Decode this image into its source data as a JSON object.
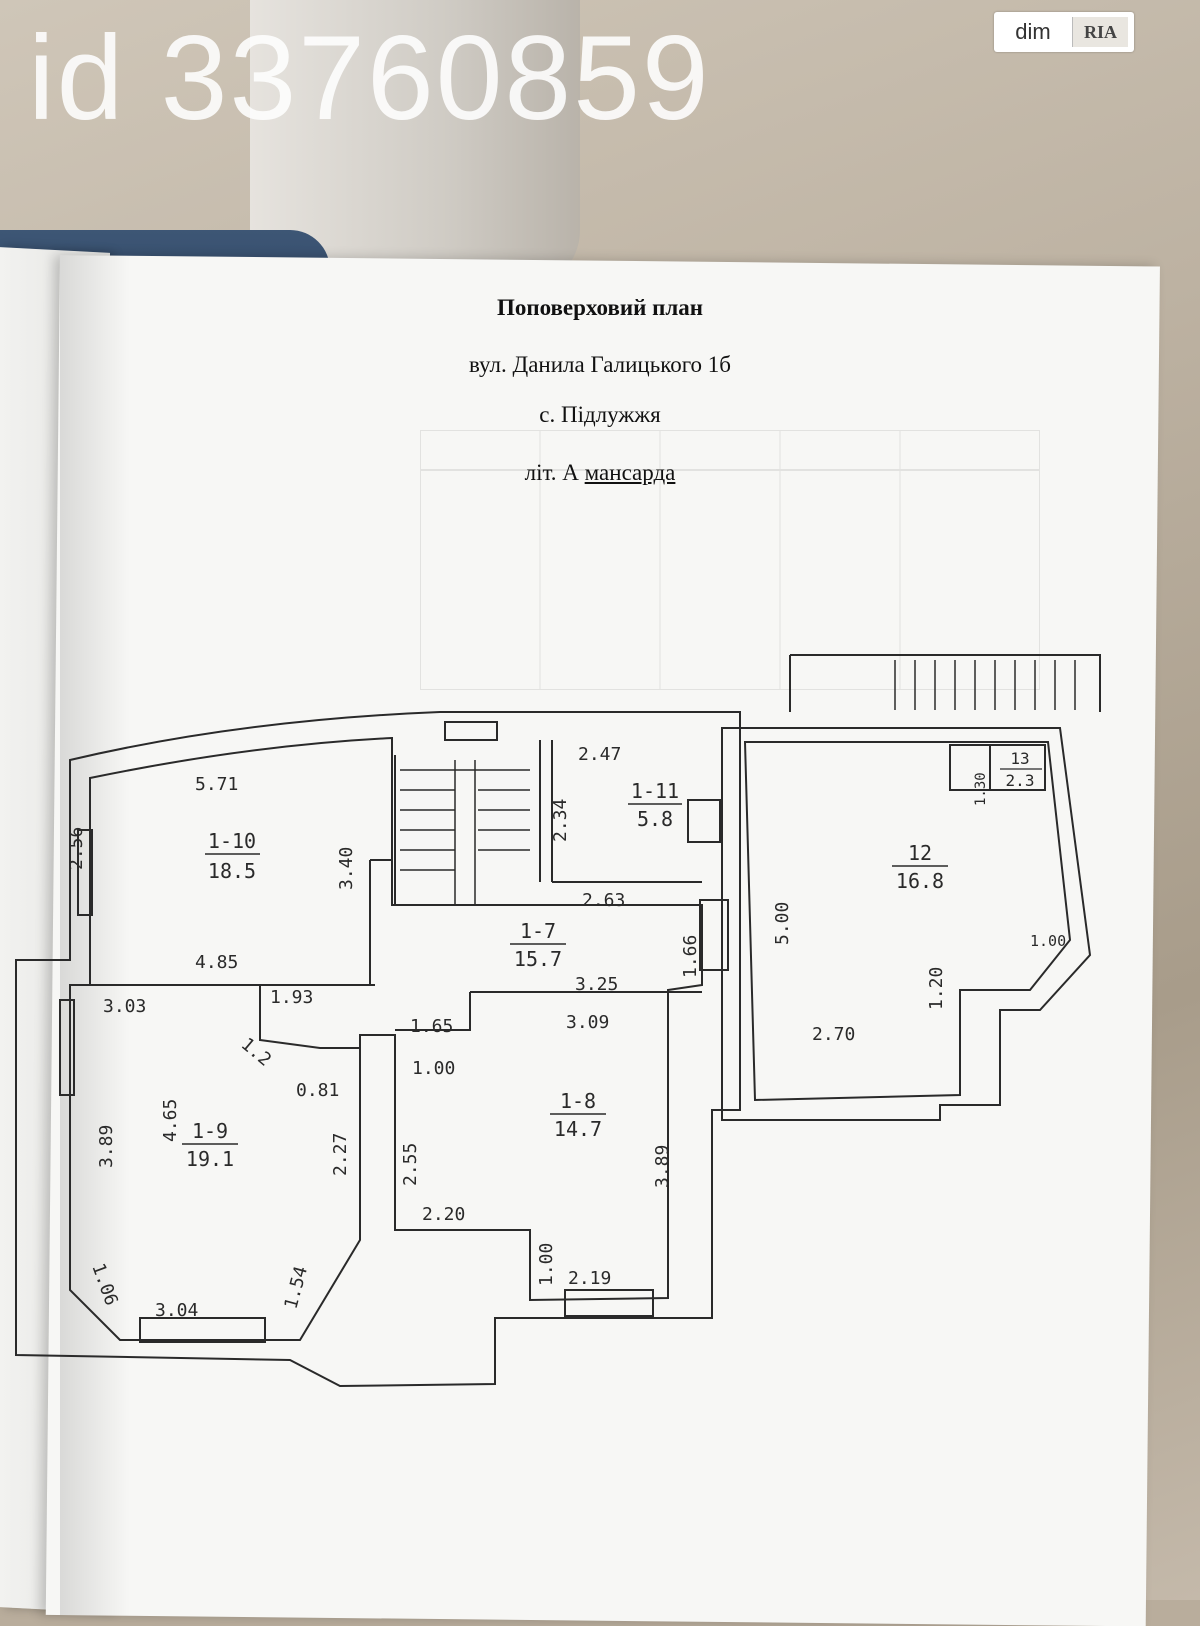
{
  "watermark": {
    "listing_id": "id 33760859"
  },
  "logo": {
    "left": "dim",
    "right": "RIA"
  },
  "header": {
    "title": "Поповерховий план",
    "street": "вул. Данила Галицького 1б",
    "village": "с. Підлужжя",
    "letter": "літ. А",
    "floor": "мансарда"
  },
  "rooms": [
    {
      "id": "1-10",
      "area": "18.5"
    },
    {
      "id": "1-11",
      "area": "5.8"
    },
    {
      "id": "1-7",
      "area": "15.7"
    },
    {
      "id": "1-8",
      "area": "14.7"
    },
    {
      "id": "1-9",
      "area": "19.1"
    },
    {
      "id": "12",
      "area": "16.8"
    },
    {
      "id": "13",
      "area": "2.3"
    }
  ],
  "dimensions": [
    "5.71",
    "2.56",
    "3.40",
    "4.85",
    "2.47",
    "2.34",
    "2.63",
    "1.66",
    "3.25",
    "3.03",
    "1.93",
    "1.65",
    "3.09",
    "1.2",
    "1.00",
    "0.81",
    "3.89",
    "4.65",
    "2.27",
    "2.55",
    "3.89",
    "2.20",
    "1.00",
    "2.19",
    "1.06",
    "3.04",
    "1.54",
    "5.00",
    "1.30",
    "1.00",
    "1.20",
    "2.70"
  ],
  "colors": {
    "ink": "#2a2a2a",
    "paper": "#f7f7f5"
  }
}
